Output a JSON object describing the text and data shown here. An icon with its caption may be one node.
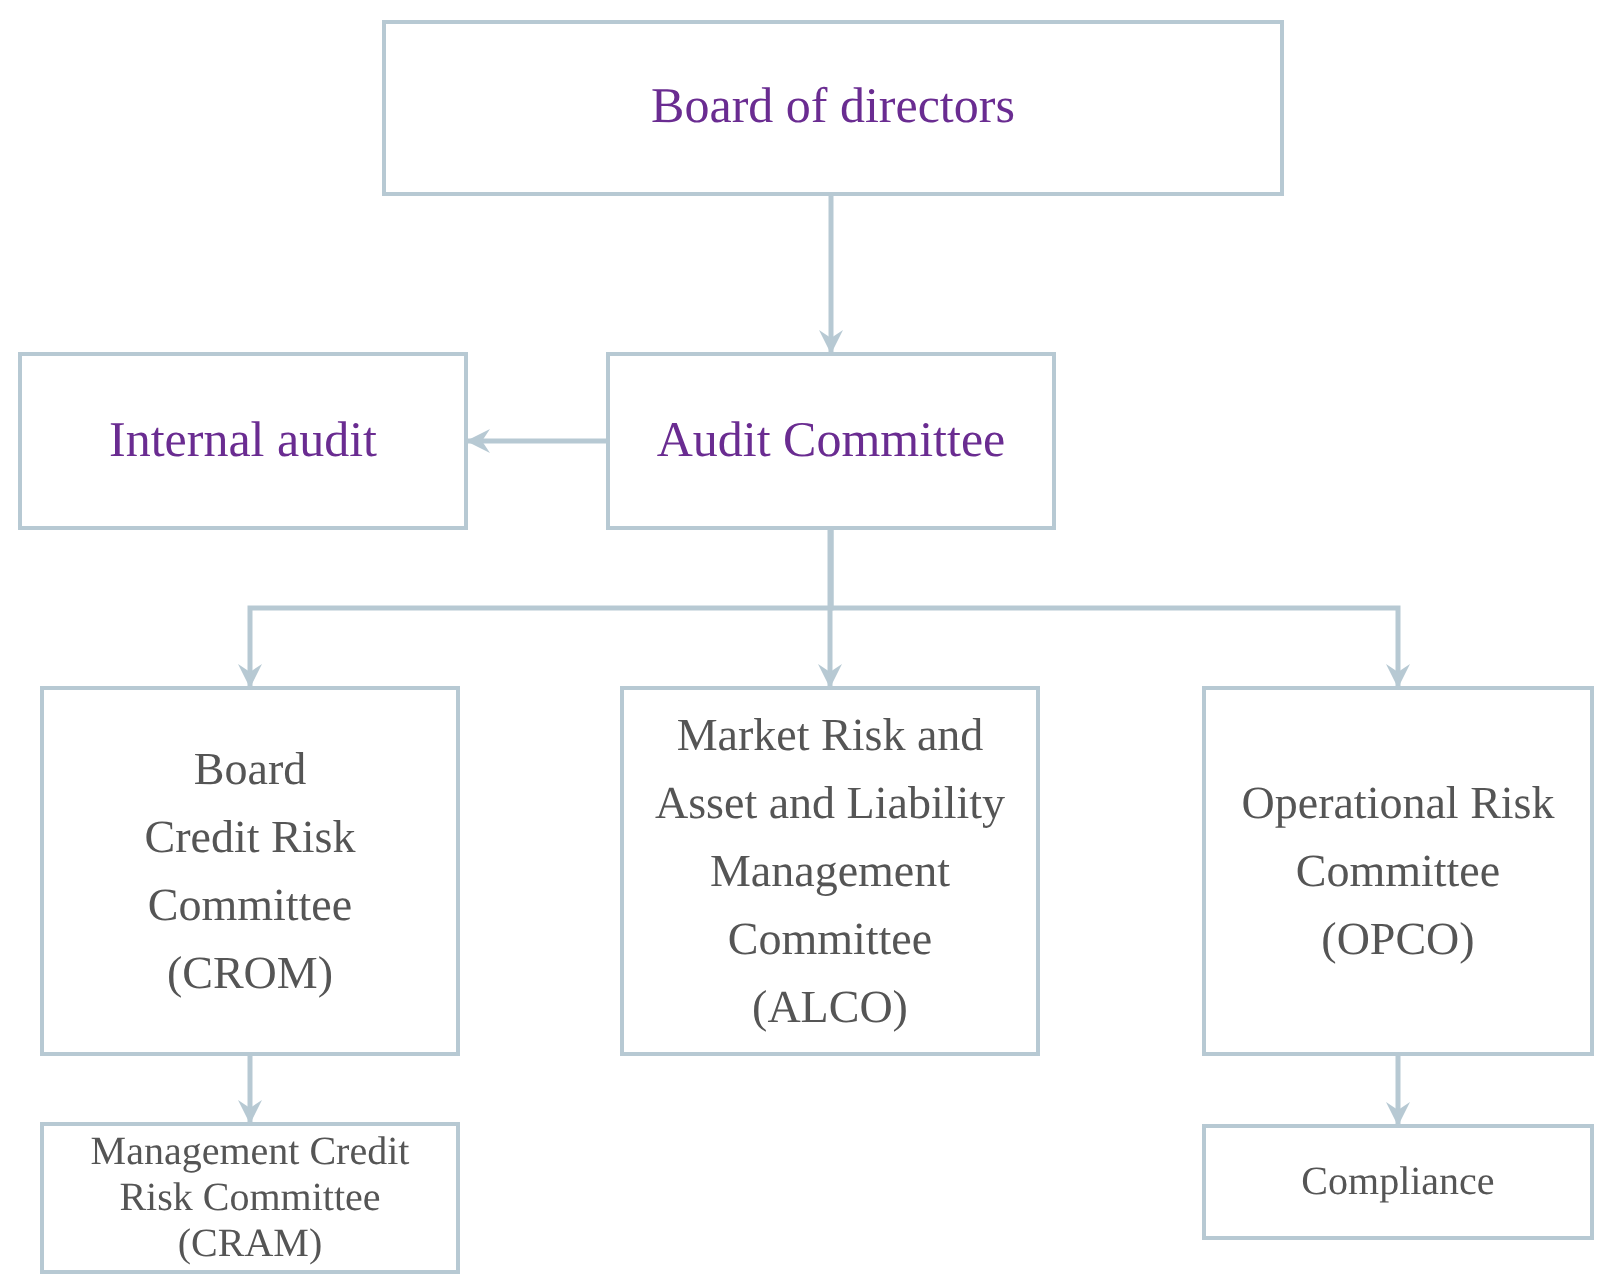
{
  "diagram": {
    "nodes": [
      {
        "text": [
          "Board of directors"
        ]
      },
      {
        "text": [
          "Internal audit"
        ]
      },
      {
        "text": [
          "Audit Committee"
        ]
      },
      {
        "text": [
          "Board Credit Risk Committee (CROM)"
        ]
      },
      {
        "text": [
          "Market Risk and Asset and Liability Management Committee (ALCO)"
        ]
      },
      {
        "text": [
          "Operational Risk Committee (OPCO)"
        ]
      },
      {
        "text": [
          "Management Credit Risk Committee (CRAM)"
        ]
      },
      {
        "text": [
          "Compliance"
        ]
      }
    ],
    "edges": [
      {
        "from": 0,
        "to": 2,
        "arrow": "to"
      },
      {
        "from": 2,
        "to": 1,
        "arrow": "to"
      },
      {
        "from": 2,
        "to": 3,
        "arrow": "to"
      },
      {
        "from": 2,
        "to": 4,
        "arrow": "to"
      },
      {
        "from": 2,
        "to": 5,
        "arrow": "to"
      },
      {
        "from": 3,
        "to": 6,
        "arrow": "to"
      },
      {
        "from": 5,
        "to": 7,
        "arrow": "to"
      }
    ]
  }
}
